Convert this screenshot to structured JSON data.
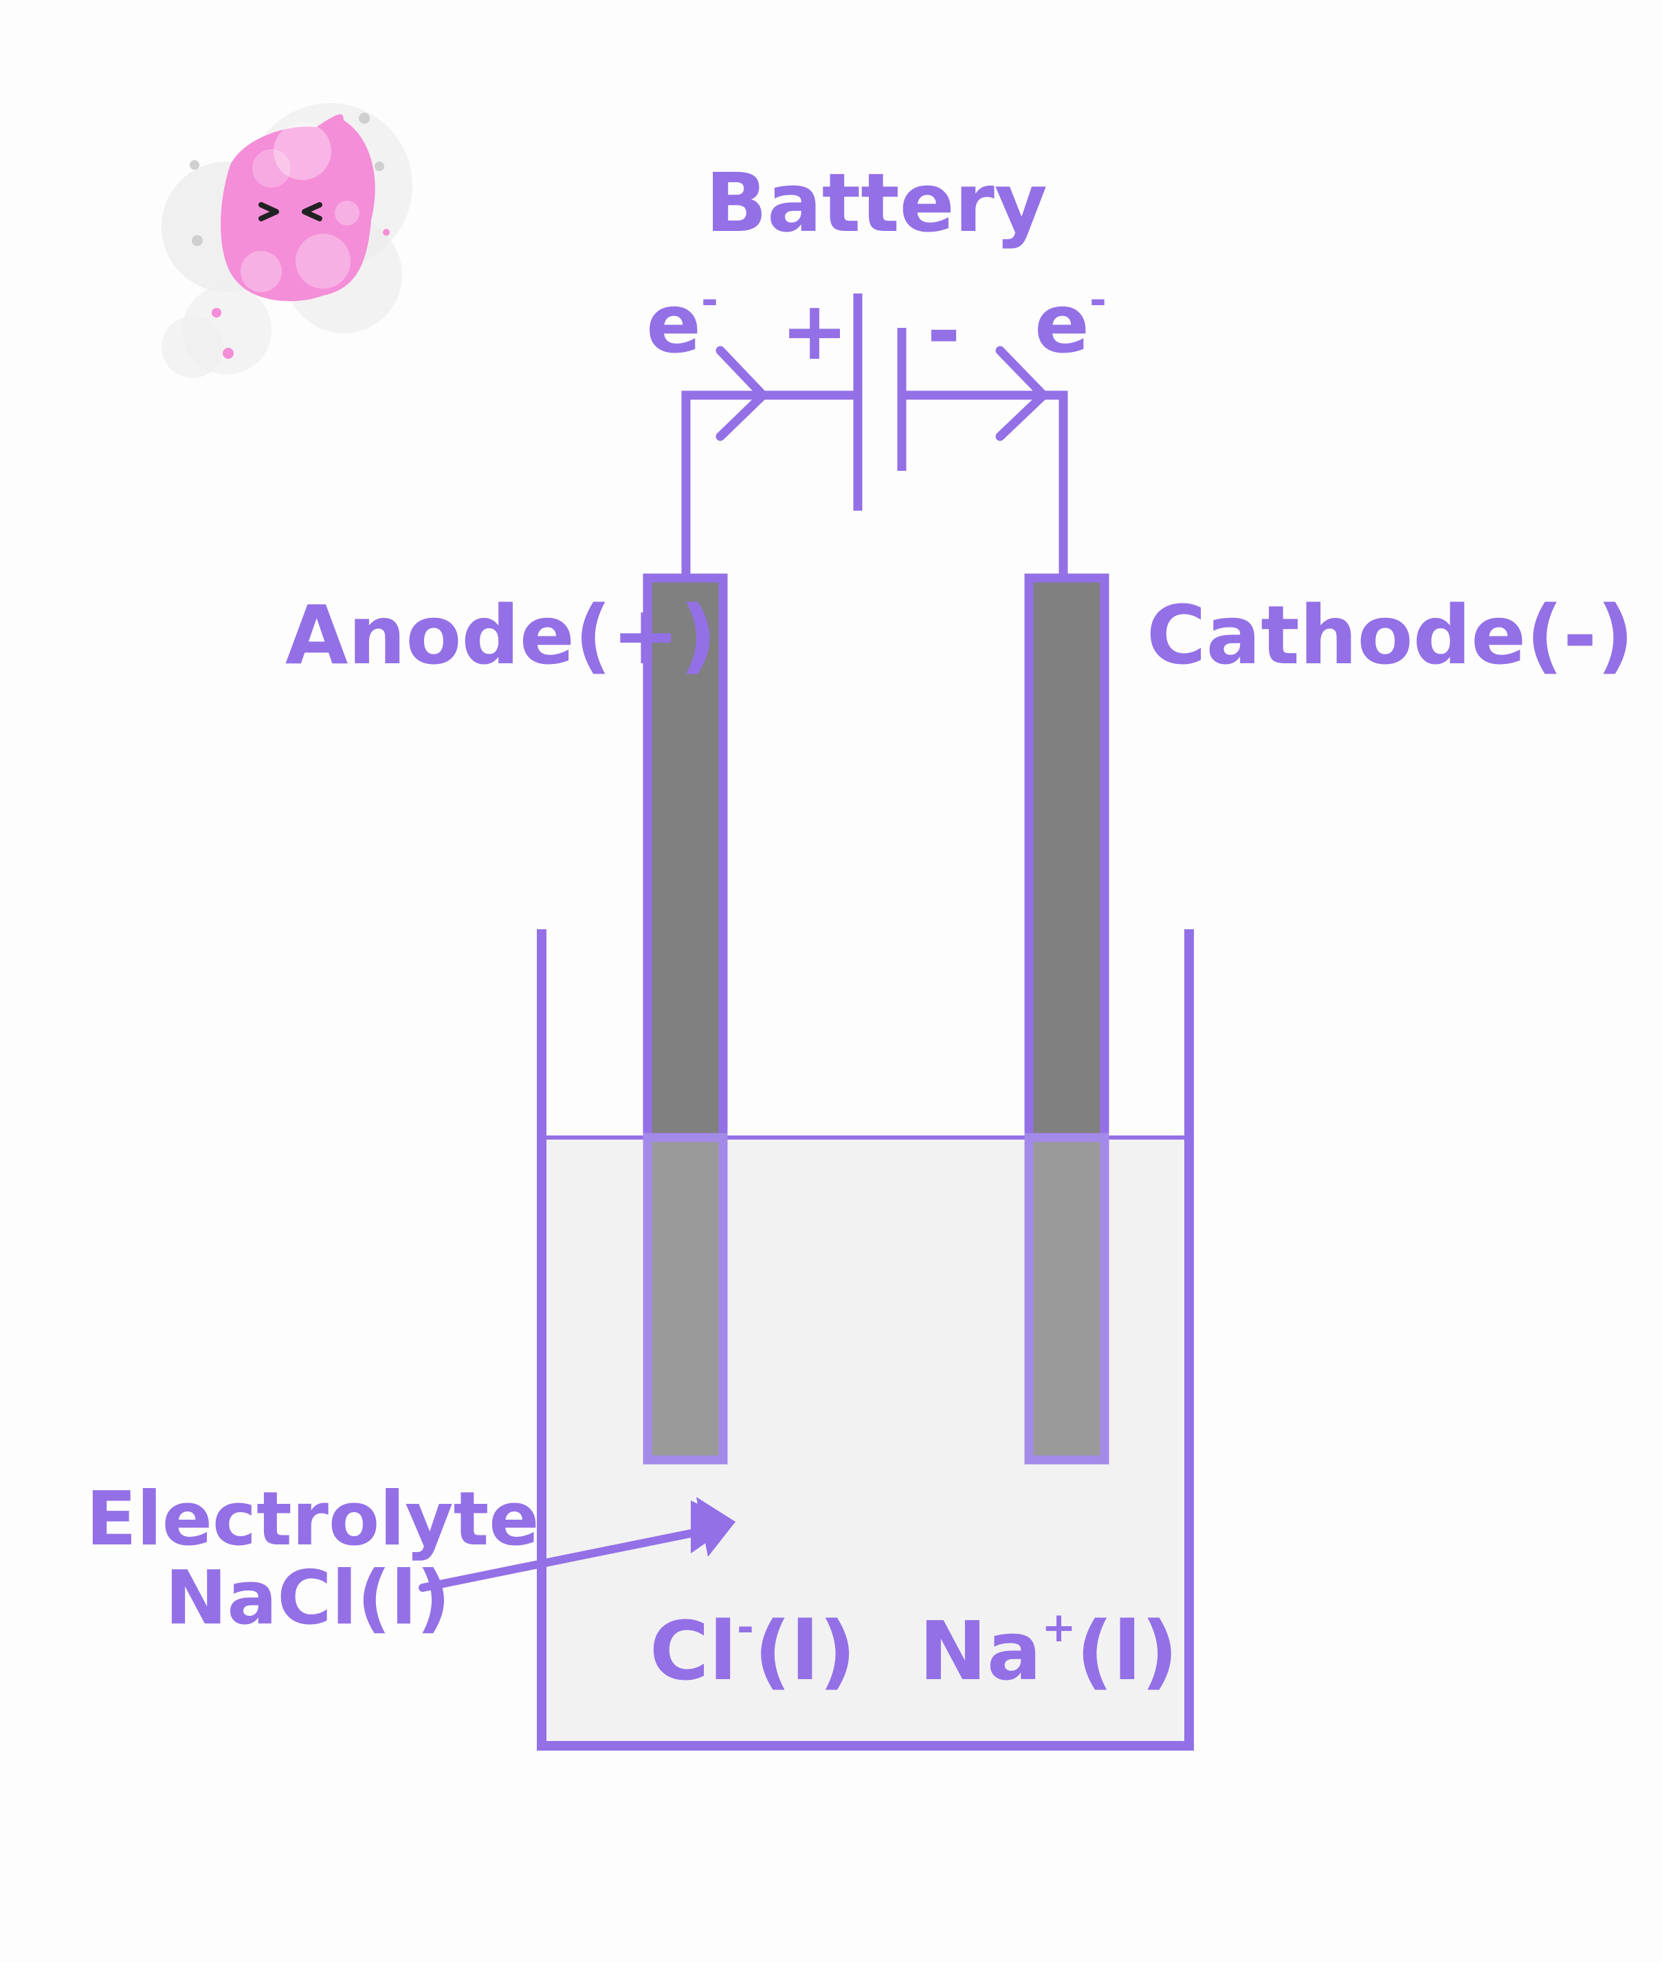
{
  "colors": {
    "stroke": "#9370e6",
    "electrode_dark": "#808080",
    "electrode_wet": "#9a9a9a",
    "electrolyte_fill": "#f2f2f2",
    "background": "#fdfdfd",
    "mascot_pink": "#f48ed8"
  },
  "battery": {
    "title": "Battery",
    "plus": "+",
    "minus": "-"
  },
  "electron_left": {
    "base": "e",
    "sup": "-"
  },
  "electron_right": {
    "base": "e",
    "sup": "-"
  },
  "anode": {
    "label": "Anode(+)"
  },
  "cathode": {
    "label": "Cathode(-)"
  },
  "electrolyte": {
    "line1": "Electrolyte",
    "line2": "NaCl(l)"
  },
  "ions": {
    "chloride": {
      "base": "Cl",
      "sup": "-",
      "tail": "(l)"
    },
    "sodium": {
      "base": "Na",
      "sup": "+",
      "tail": "(l)"
    }
  },
  "icons": {
    "mascot": "pink-smoke-character-icon",
    "flow_arrow": "chevron-right-icon",
    "pointer": "arrow-icon"
  }
}
